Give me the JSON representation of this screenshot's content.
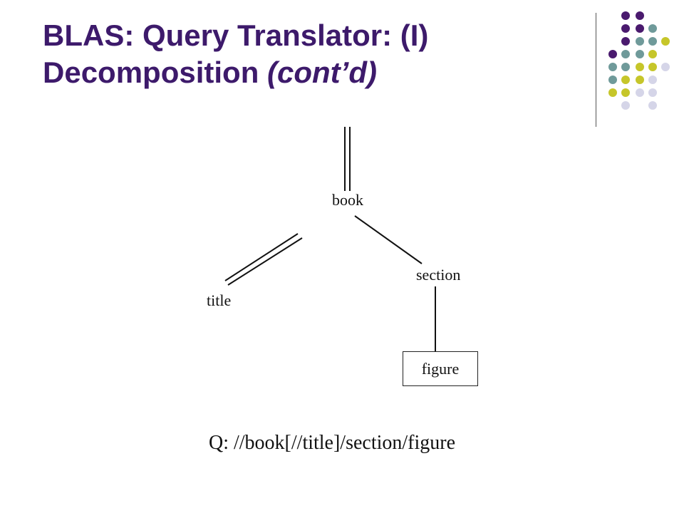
{
  "slide": {
    "title_line1": "BLAS: Query Translator: (I)",
    "title_line2_main": "Decomposition ",
    "title_line2_italic": "(cont’d)"
  },
  "tree": {
    "nodes": {
      "book": "book",
      "title": "title",
      "section": "section",
      "figure": "figure"
    },
    "edges": [
      {
        "from": "root",
        "to": "book",
        "axis": "descendant"
      },
      {
        "from": "book",
        "to": "title",
        "axis": "descendant"
      },
      {
        "from": "book",
        "to": "section",
        "axis": "child"
      },
      {
        "from": "section",
        "to": "figure",
        "axis": "child"
      }
    ]
  },
  "query": "Q: //book[//title]/section/figure",
  "colors": {
    "title": "#3d1a6b",
    "dot_purple": "#4a1a6e",
    "dot_teal": "#6f9a9a",
    "dot_olive": "#c6c62a",
    "dot_lavender": "#d5d5e8"
  }
}
